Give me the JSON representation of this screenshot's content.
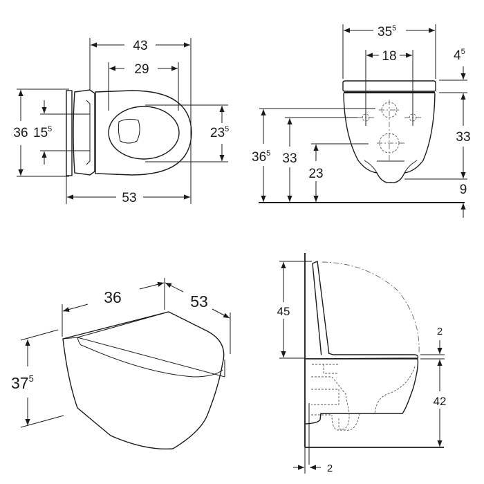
{
  "diagram": {
    "subject": "Wall-hung toilet with seat and cover - dimension drawing",
    "units": "cm",
    "line_color": "#1a1a1a",
    "background": "#ffffff",
    "views": {
      "top_view": {
        "name": "Top view",
        "dims": {
          "seat_length": "43",
          "bowl_opening_length": "29",
          "overall_length": "53",
          "overall_width": "36",
          "fixing_spacing_main": "15",
          "fixing_spacing_sup": "5",
          "opening_width_main": "23",
          "opening_width_sup": "5"
        }
      },
      "front_view": {
        "name": "Front view",
        "dims": {
          "top_width_main": "35",
          "top_width_sup": "5",
          "fixing_spacing": "18",
          "seat_thickness_main": "4",
          "seat_thickness_sup": "5",
          "bowl_height": "33",
          "outlet_above_floor": "9",
          "inlet_height_main": "36",
          "inlet_height_sup": "5",
          "fixing_height": "33",
          "outlet_height": "23"
        }
      },
      "iso_view": {
        "name": "Isometric view",
        "dims": {
          "width": "36",
          "depth": "53",
          "height_main": "37",
          "height_sup": "5"
        }
      },
      "side_view": {
        "name": "Side view",
        "dims": {
          "lid_open_height": "45",
          "seat_gap": "2",
          "rim_height": "42",
          "wall_gap": "2"
        }
      }
    }
  }
}
